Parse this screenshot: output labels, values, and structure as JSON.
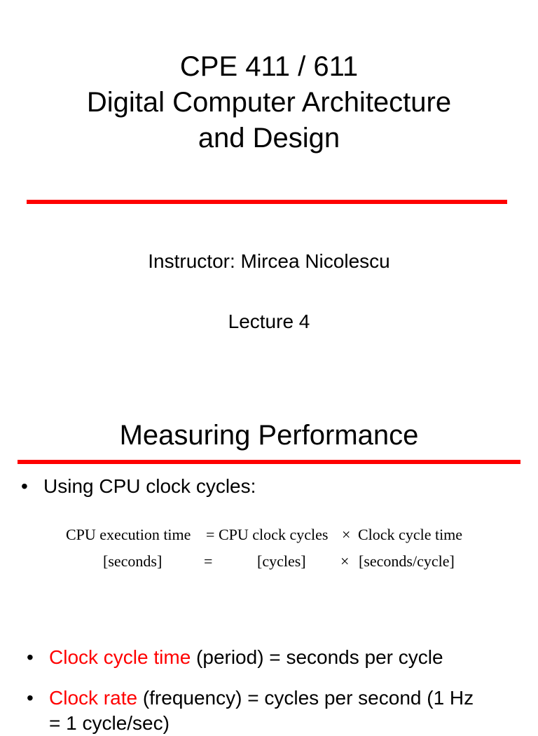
{
  "slide1": {
    "title_lines": [
      "CPE 411 / 611",
      "Digital Computer Architecture",
      "and Design"
    ],
    "instructor": "Instructor: Mircea Nicolescu",
    "lecture": "Lecture 4",
    "rule_color": "#ff0000"
  },
  "slide2": {
    "title": "Measuring Performance",
    "bullet1": "Using CPU clock cycles:",
    "formula": {
      "row1": {
        "lhs": "CPU execution time",
        "eq": "=",
        "term1": "CPU clock cycles",
        "times": "×",
        "term2": "Clock cycle time"
      },
      "row2": {
        "lhs": "[seconds]",
        "eq": "=",
        "term1": "[cycles]",
        "times": "×",
        "term2": "[seconds/cycle]"
      }
    },
    "bullet2": {
      "highlight": "Clock cycle time",
      "rest": " (period) = seconds per cycle"
    },
    "bullet3": {
      "highlight": "Clock rate",
      "rest": " (frequency) = cycles per second  (1 Hz"
    },
    "bullet4_partial": "= 1 cycle/sec)",
    "bullet_glyph": "•",
    "highlight_color": "#ff0000"
  }
}
